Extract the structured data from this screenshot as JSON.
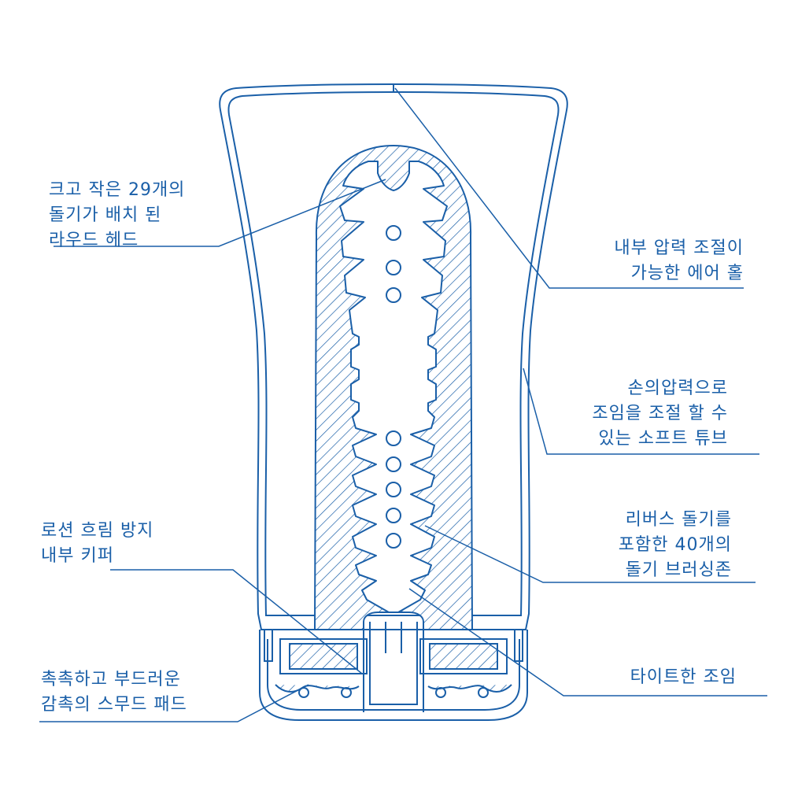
{
  "colors": {
    "line": "#1a5fa8",
    "background": "#ffffff"
  },
  "callouts": {
    "head": {
      "lines": [
        "크고 작은 29개의",
        "돌기가 배치 된",
        "라우드 헤드"
      ]
    },
    "air_hole": {
      "lines": [
        "내부 압력 조절이",
        "가능한 에어 홀"
      ]
    },
    "soft_tube": {
      "lines": [
        "손의압력으로",
        "조임을 조절 할 수",
        "있는 소프트 튜브"
      ]
    },
    "reverse_nubs": {
      "lines": [
        "리버스 돌기를",
        "포함한 40개의",
        "돌기 브러싱존"
      ]
    },
    "cap": {
      "lines": [
        "로션 흐림 방지",
        "내부 키퍼"
      ]
    },
    "tight": {
      "lines": [
        "타이트한 조임"
      ]
    },
    "pad": {
      "lines": [
        "촉촉하고 부드러운",
        "감촉의 스무드 패드"
      ]
    }
  }
}
